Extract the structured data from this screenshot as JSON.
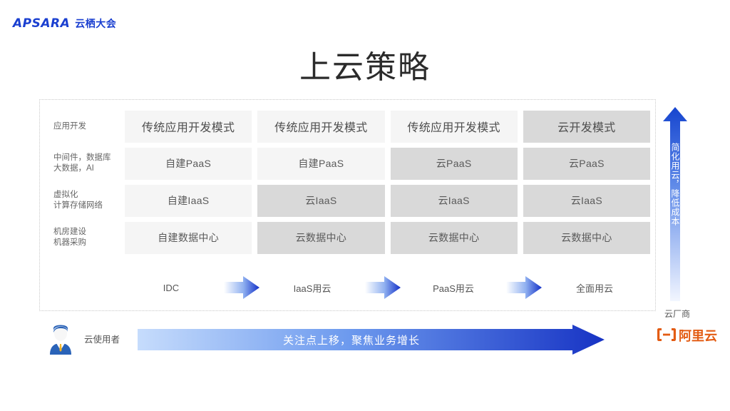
{
  "header": {
    "brand_latin": "APSARA",
    "brand_cn": "云栖大会",
    "brand_color": "#1a3fd0"
  },
  "title": "上云策略",
  "matrix": {
    "rows": [
      {
        "label_lines": [
          "应用开发"
        ],
        "cells": [
          {
            "text": "传统应用开发模式",
            "tone": "light"
          },
          {
            "text": "传统应用开发模式",
            "tone": "light"
          },
          {
            "text": "传统应用开发模式",
            "tone": "light"
          },
          {
            "text": "云开发模式",
            "tone": "dark"
          }
        ]
      },
      {
        "label_lines": [
          "中间件，数据库",
          "大数据，AI"
        ],
        "cells": [
          {
            "text": "自建PaaS",
            "tone": "light"
          },
          {
            "text": "自建PaaS",
            "tone": "light"
          },
          {
            "text": "云PaaS",
            "tone": "dark"
          },
          {
            "text": "云PaaS",
            "tone": "dark"
          }
        ]
      },
      {
        "label_lines": [
          "虚拟化",
          "计算存储网络"
        ],
        "cells": [
          {
            "text": "自建IaaS",
            "tone": "light"
          },
          {
            "text": "云IaaS",
            "tone": "dark"
          },
          {
            "text": "云IaaS",
            "tone": "dark"
          },
          {
            "text": "云IaaS",
            "tone": "dark"
          }
        ]
      },
      {
        "label_lines": [
          "机房建设",
          "机器采购"
        ],
        "cells": [
          {
            "text": "自建数据中心",
            "tone": "light"
          },
          {
            "text": "云数据中心",
            "tone": "dark"
          },
          {
            "text": "云数据中心",
            "tone": "dark"
          },
          {
            "text": "云数据中心",
            "tone": "dark"
          }
        ]
      }
    ],
    "cell_light_color": "#f5f5f5",
    "cell_dark_color": "#d9d9d9"
  },
  "flow": {
    "stages": [
      "IDC",
      "IaaS用云",
      "PaaS用云",
      "全面用云"
    ],
    "arrow_icon": "right-arrow-icon",
    "arrow_color_from": "#ffffff",
    "arrow_color_to": "#1a3fd0"
  },
  "vertical_arrow": {
    "text": "简化用云，降低成本",
    "icon": "up-arrow-icon",
    "color_top": "#1a57d6",
    "color_bottom": "#f0f4ff"
  },
  "vendor_label": "云厂商",
  "bottom": {
    "avatar_icon": "user-avatar-icon",
    "user_label": "云使用者",
    "arrow_text": "关注点上移，聚焦业务增长",
    "arrow_icon": "right-arrow-bar-icon",
    "arrow_color_from": "#bed6fb",
    "arrow_color_to": "#1a3fd0"
  },
  "aliyun": {
    "mark_icon": "aliyun-bracket-icon",
    "text": "阿里云",
    "color": "#e35c13"
  }
}
